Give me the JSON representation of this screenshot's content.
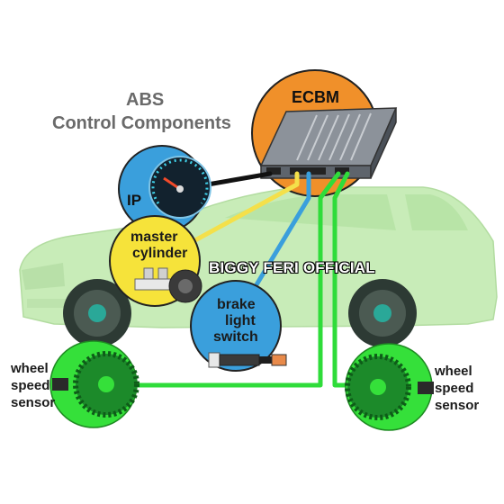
{
  "title": {
    "line1": "ABS",
    "line2": "Control Components"
  },
  "components": {
    "ecbm": "ECBM",
    "ip": "IP",
    "master_cylinder": {
      "line1": "master",
      "line2": "cylinder"
    },
    "brake_light_switch": {
      "line1": "brake",
      "line2": "light",
      "line3": "switch"
    },
    "wheel_speed_sensor_left": {
      "line1": "wheel",
      "line2": "speed",
      "line3": "sensor"
    },
    "wheel_speed_sensor_right": {
      "line1": "wheel",
      "line2": "speed",
      "line3": "sensor"
    }
  },
  "watermark": "BIGGY FERI OFFICIAL",
  "colors": {
    "ecbm_circle": "#f0902a",
    "ip_circle": "#3a9fdc",
    "master_cylinder_circle": "#f6e33a",
    "brake_switch_circle": "#3a9fdc",
    "wheel_sensor_circle": "#35e03a",
    "wire_black": "#111111",
    "wire_yellow": "#f4e04a",
    "wire_blue": "#3a9fdc",
    "wire_green": "#2fdc3a",
    "car_body": "#c8ecb8"
  }
}
